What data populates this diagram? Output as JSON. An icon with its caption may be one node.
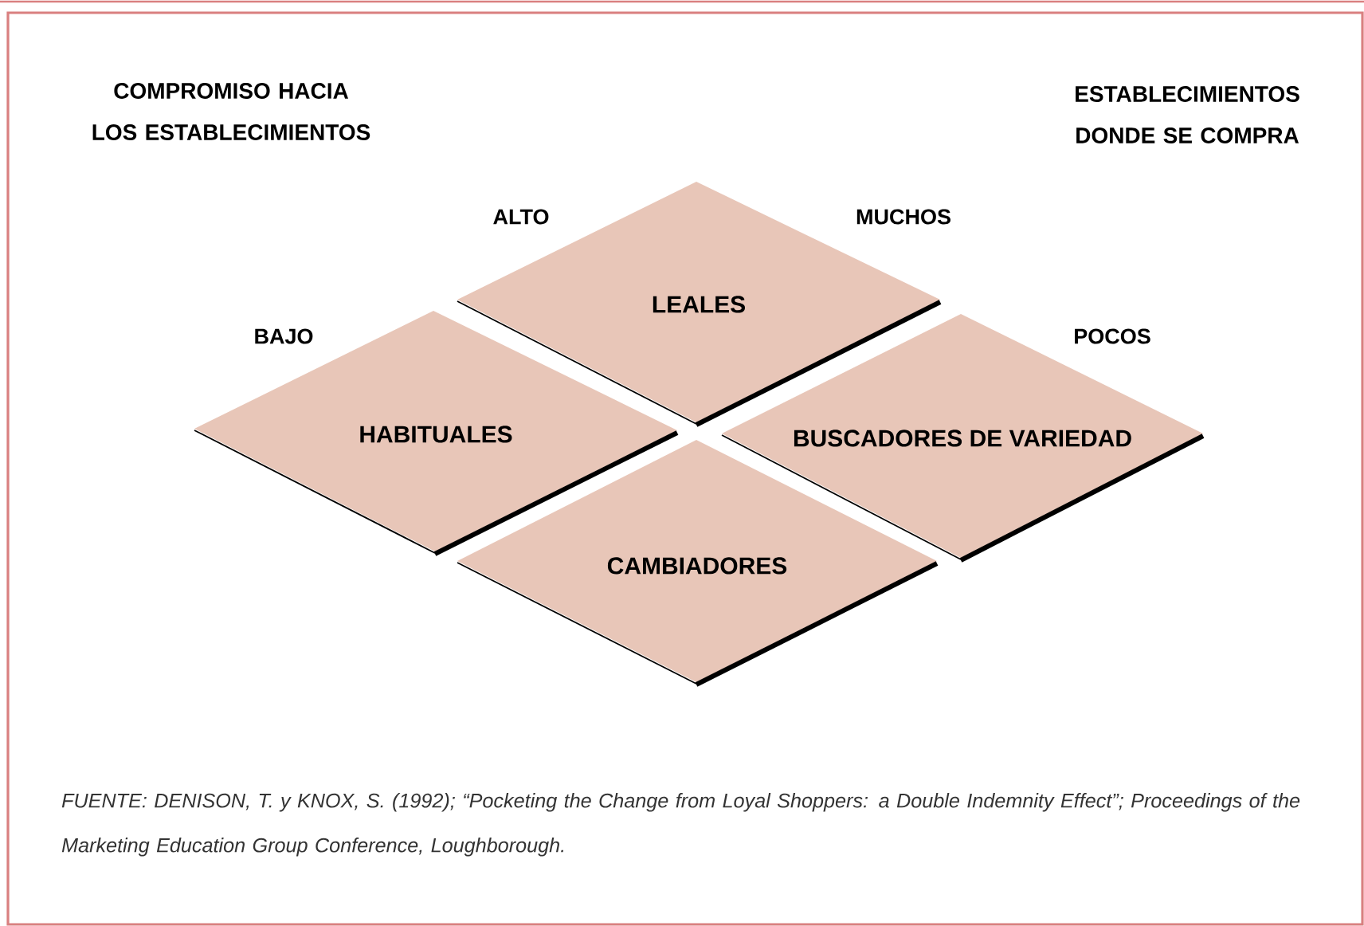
{
  "diagram": {
    "caption": "FUENTE: DENISON, T. y KNOX, S. (1992); “Pocketing the Change from Loyal Shoppers: a Double Indemnity Effect”; Proceedings of the Marketing Education Group Conference, Loughborough.",
    "nodes": [
      {
        "text": [
          "LEALES"
        ]
      },
      {
        "text": [
          "HABITUALES"
        ]
      },
      {
        "text": [
          "BUSCADORES DE VARIEDAD"
        ]
      },
      {
        "text": [
          "CAMBIADORES"
        ]
      }
    ],
    "labels": [
      "COMPROMISO HACIA LOS ESTABLECIMIENTOS",
      "ESTABLECIMIENTOS DONDE SE COMPRA",
      "ALTO",
      "MUCHOS",
      "BAJO",
      "POCOS"
    ]
  }
}
